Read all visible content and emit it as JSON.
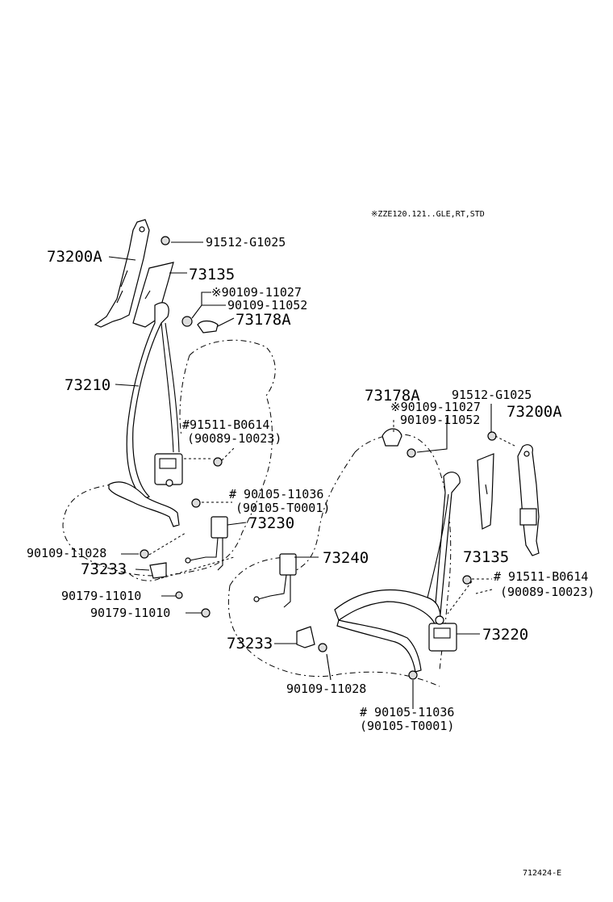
{
  "note": "※ZZE120.121..GLE,RT,STD",
  "diagram_code": "712424-E",
  "left_assembly": {
    "anchor_plate": "73200A",
    "bolt_upper": "91512-G1025",
    "cover": "73135",
    "bolt_marked": "※90109-11027",
    "bolt": "90109-11052",
    "guide": "73178A",
    "belt": "73210",
    "retractor_bolt_marked": "#91511-B0614",
    "retractor_bolt_alt": "(90089-10023)",
    "floor_bolt_marked": "# 90105-11036",
    "floor_bolt_alt": "(90105-T0001)",
    "buckle": "73230",
    "buckle_bolt": "90109-11028",
    "buckle_cover": "73233",
    "clip_1": "90179-11010",
    "clip_2": "90179-11010"
  },
  "right_assembly": {
    "guide": "73178A",
    "bolt_marked": "※90109-11027",
    "bolt": "90109-11052",
    "bolt_upper": "91512-G1025",
    "anchor_plate": "73200A",
    "buckle": "73240",
    "cover": "73135",
    "retractor_bolt_marked": "# 91511-B0614",
    "retractor_bolt_alt": "(90089-10023)",
    "retractor": "73220",
    "buckle_cover": "73233",
    "buckle_bolt": "90109-11028",
    "floor_bolt_marked": "# 90105-11036",
    "floor_bolt_alt": "(90105-T0001)"
  }
}
